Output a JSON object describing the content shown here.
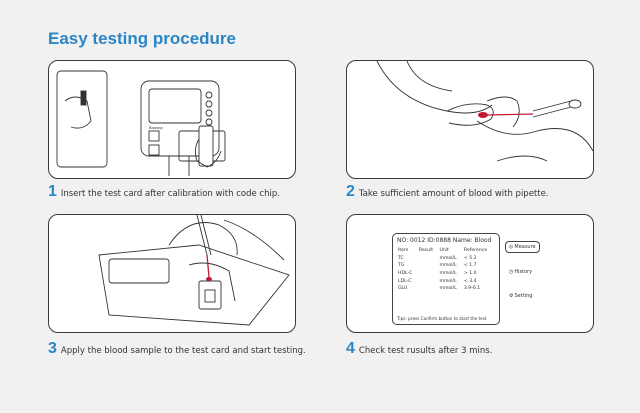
{
  "title": "Easy testing procedure",
  "steps": [
    {
      "num": "1",
      "text": "Insert the test card after calibration with code chip."
    },
    {
      "num": "2",
      "text": "Take sufficient amount of blood with pipette."
    },
    {
      "num": "3",
      "text": "Apply the blood sample to the test card and start testing."
    },
    {
      "num": "4",
      "text": "Check test rusults after 3 mins."
    }
  ],
  "device_label": "Bioeasy",
  "screen": {
    "no": "NO: 0012",
    "id": "ID:0888",
    "name": "Name: Blood",
    "headers": [
      "Item",
      "Result",
      "Unit",
      "Reference"
    ],
    "rows": [
      {
        "item": "TC",
        "result": "",
        "unit": "mmol/L",
        "ref": "< 5.2"
      },
      {
        "item": "TG",
        "result": "",
        "unit": "mmol/L",
        "ref": "< 1.7"
      },
      {
        "item": "HDL-C",
        "result": "",
        "unit": "mmol/L",
        "ref": "> 1.0"
      },
      {
        "item": "LDL-C",
        "result": "",
        "unit": "mmol/L",
        "ref": "< 3.4"
      },
      {
        "item": "GLU",
        "result": "",
        "unit": "mmol/L",
        "ref": "3.9-6.1"
      }
    ],
    "tips": "Tips: press Confirm button to start the test",
    "menu": [
      "Measure",
      "History",
      "Setting"
    ]
  }
}
